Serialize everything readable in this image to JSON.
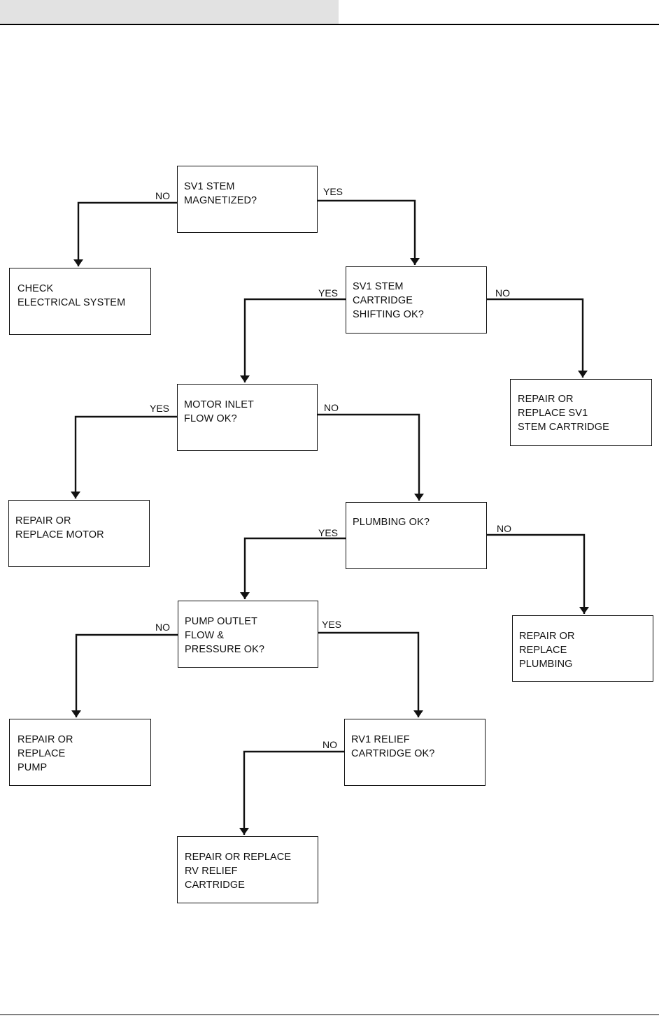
{
  "boxes": {
    "sv1_stem": "SV1 STEM\nMAGNETIZED?",
    "check_electrical": "CHECK\nELECTRICAL SYSTEM",
    "sv1_cartridge": "SV1 STEM\nCARTRIDGE\nSHIFTING OK?",
    "repair_sv1": "REPAIR OR\nREPLACE SV1\nSTEM CARTRIDGE",
    "motor_inlet": "MOTOR INLET\nFLOW OK?",
    "repair_motor": "REPAIR OR\nREPLACE MOTOR",
    "plumbing": "PLUMBING OK?",
    "repair_plumbing": "REPAIR OR\nREPLACE\nPLUMBING",
    "pump_outlet": "PUMP OUTLET\nFLOW &\nPRESSURE OK?",
    "repair_pump": "REPAIR OR\nREPLACE\nPUMP",
    "rv1_relief": "RV1 RELIEF\nCARTRIDGE OK?",
    "repair_rv": "REPAIR OR REPLACE\nRV RELIEF\nCARTRIDGE"
  },
  "labels": {
    "yes": "YES",
    "no": "NO"
  }
}
